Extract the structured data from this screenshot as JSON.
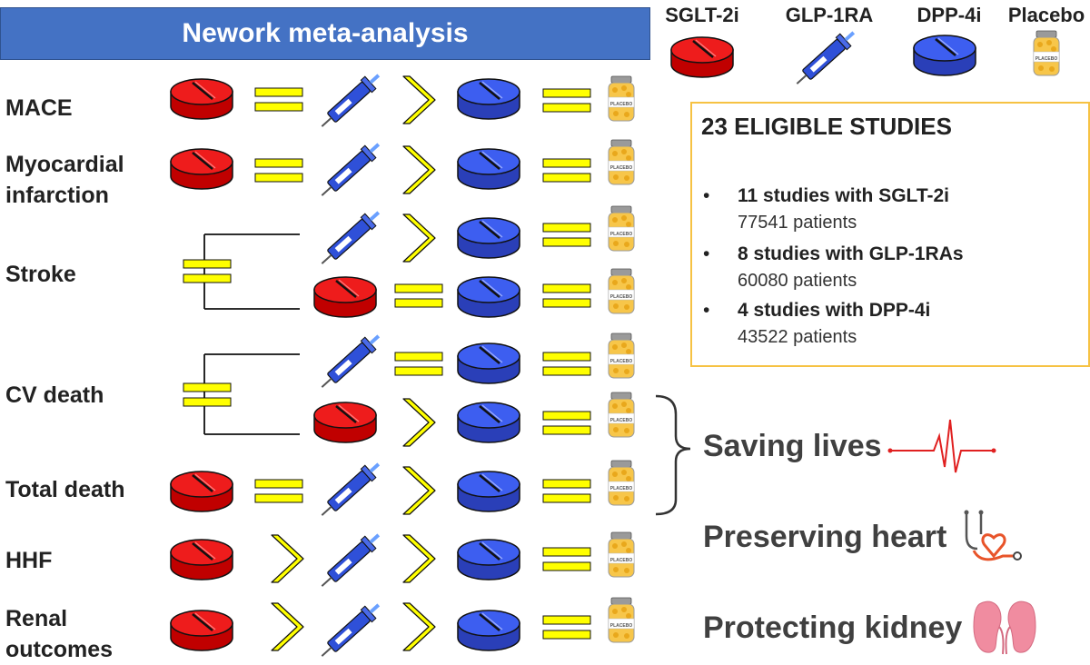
{
  "title": "Nework meta-analysis",
  "legend": [
    {
      "label": "SGLT-2i",
      "icon": "red-pill"
    },
    {
      "label": "GLP-1RA",
      "icon": "blue-syringe"
    },
    {
      "label": "DPP-4i",
      "icon": "blue-pill"
    },
    {
      "label": "Placebo",
      "icon": "placebo-bottle"
    }
  ],
  "placebo_bottle_label": "PLACEBO",
  "rows": [
    {
      "label": "MACE"
    },
    {
      "label": "Myocardial infarction"
    },
    {
      "label": "Stroke"
    },
    {
      "label": "CV death"
    },
    {
      "label": "Total death"
    },
    {
      "label": "HHF"
    },
    {
      "label": "Renal outcomes"
    }
  ],
  "summary": {
    "title": "23 ELIGIBLE STUDIES",
    "studies": [
      {
        "text": "11 studies with SGLT-2i",
        "patients": "77541 patients"
      },
      {
        "text": "8 studies with GLP-1RAs",
        "patients": "60080 patients"
      },
      {
        "text": "4 studies with DPP-4i",
        "patients": "43522 patients"
      }
    ]
  },
  "outcomes": [
    {
      "text": "Saving lives",
      "icon": "heartbeat-icon"
    },
    {
      "text": "Preserving heart",
      "icon": "stethoscope-heart-icon"
    },
    {
      "text": "Protecting kidney",
      "icon": "kidney-icon"
    }
  ],
  "colors": {
    "banner": "#4472c4",
    "sglt2": "#ee1c1c",
    "dpp4": "#3d5ef0",
    "syringe": "#2f50d8",
    "symbol": "#ffff00",
    "box_border": "#f6c243"
  }
}
